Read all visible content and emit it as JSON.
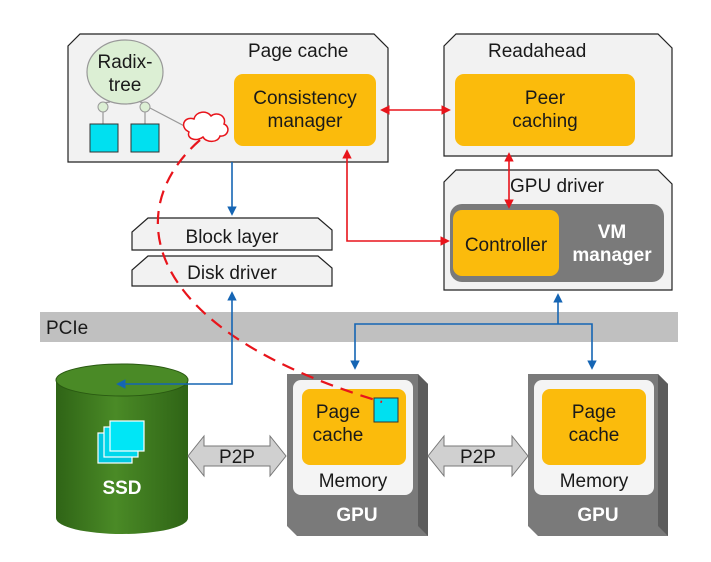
{
  "page_cache_box": {
    "title": "Page cache",
    "radix_tree": "Radix-\ntree",
    "consistency_manager": "Consistency\nmanager"
  },
  "readahead_box": {
    "title": "Readahead",
    "peer_caching": "Peer\ncaching"
  },
  "gpu_driver_box": {
    "title": "GPU driver",
    "controller": "Controller",
    "vm_manager": "VM\nmanager"
  },
  "block_layer": "Block layer",
  "disk_driver": "Disk driver",
  "bus": "PCIe",
  "ssd": "SSD",
  "gpu_left": {
    "cache": "Page\ncache",
    "memory": "Memory",
    "label": "GPU"
  },
  "gpu_right": {
    "cache": "Page\ncache",
    "memory": "Memory",
    "label": "GPU"
  },
  "p2p_left": "P2P",
  "p2p_right": "P2P",
  "colors": {
    "orange": "#fbbb0c",
    "cyan": "#00e0f0",
    "ssd_green": "#3d7a1e",
    "gpu_gray": "#7a7a7a",
    "red": "#e8141b",
    "blue": "#1565b4",
    "pcie": "#c0c0c0"
  }
}
